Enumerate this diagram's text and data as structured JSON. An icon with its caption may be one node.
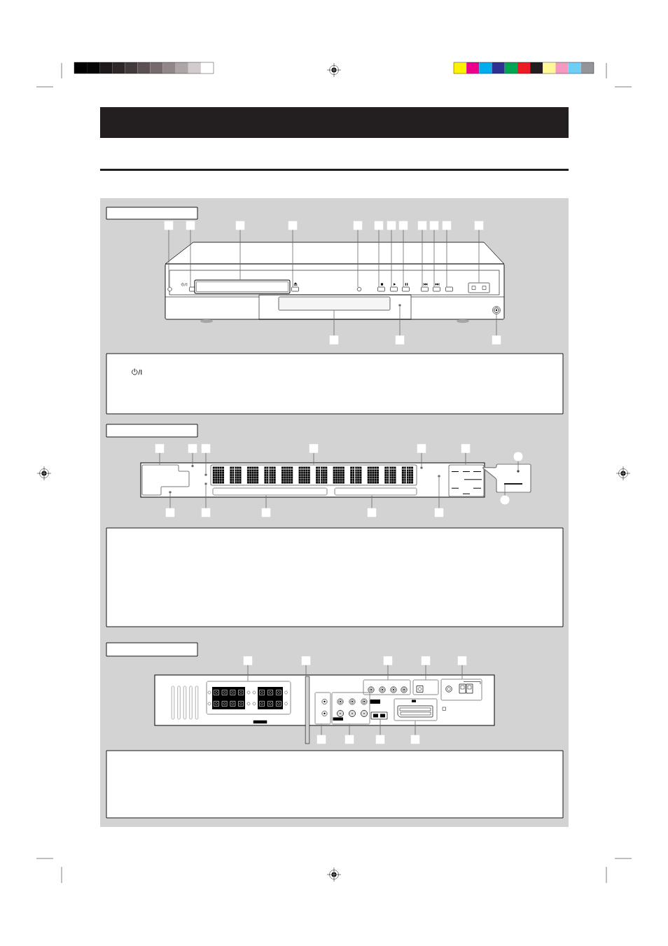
{
  "diagram": {
    "nodes": [
      {
        "text": [],
        "shape": "bar"
      },
      {
        "text": [],
        "shape": "box"
      },
      {
        "text": [],
        "shape": "box"
      },
      {
        "text": [],
        "shape": "box"
      },
      {
        "text": [],
        "shape": "box"
      },
      {
        "text": [],
        "shape": "box"
      },
      {
        "text": [],
        "shape": "box"
      },
      {
        "text": [],
        "shape": "box"
      },
      {
        "text": [],
        "shape": "box"
      },
      {
        "text": [],
        "shape": "box"
      },
      {
        "text": [],
        "shape": "box"
      },
      {
        "text": [],
        "shape": "box"
      },
      {
        "text": [],
        "shape": "box"
      },
      {
        "text": [],
        "shape": "box"
      },
      {
        "text": [],
        "shape": "picture"
      },
      {
        "text": [],
        "shape": "circle",
        "in": 14
      },
      {
        "text": [],
        "shape": "box",
        "in": 14
      },
      {
        "text": [],
        "shape": "box",
        "in": 14
      },
      {
        "text": [],
        "shape": "box",
        "in": 14
      },
      {
        "text": [],
        "shape": "circle",
        "in": 14
      },
      {
        "text": [],
        "shape": "box",
        "in": 14
      },
      {
        "text": [],
        "shape": "box",
        "in": 14
      },
      {
        "text": [],
        "shape": "box",
        "in": 14
      },
      {
        "text": [],
        "shape": "box",
        "in": 14
      },
      {
        "text": [],
        "shape": "box",
        "in": 14
      },
      {
        "text": [],
        "shape": "box",
        "in": 14
      },
      {
        "text": [],
        "shape": "box",
        "in": 14
      },
      {
        "text": [],
        "shape": "box",
        "in": 14
      },
      {
        "text": [],
        "shape": "circle",
        "in": 14
      },
      {
        "text": [],
        "shape": "circle",
        "in": 14
      },
      {
        "text": [],
        "shape": "box"
      },
      {
        "text": [],
        "shape": "box"
      },
      {
        "text": [],
        "shape": "box"
      },
      {
        "text": [
          "/I"
        ]
      },
      {
        "text": [],
        "shape": "box"
      },
      {
        "text": [],
        "shape": "box"
      },
      {
        "text": [],
        "shape": "box"
      },
      {
        "text": [],
        "shape": "box"
      },
      {
        "text": [],
        "shape": "box"
      },
      {
        "text": [],
        "shape": "box"
      },
      {
        "text": [],
        "shape": "box"
      },
      {
        "text": [],
        "shape": "circle"
      },
      {
        "text": [],
        "shape": "picture"
      },
      {
        "text": [],
        "shape": "box",
        "in": 42
      },
      {
        "text": [],
        "shape": "circle",
        "in": 42
      },
      {
        "text": [],
        "shape": "box",
        "in": 42
      },
      {
        "text": [],
        "shape": "circle",
        "in": 42
      },
      {
        "text": [],
        "shape": "box",
        "in": 42
      },
      {
        "text": [],
        "shape": "circle",
        "in": 42
      },
      {
        "text": [],
        "shape": "circle",
        "in": 42
      },
      {
        "text": [],
        "shape": "circle",
        "in": 42
      },
      {
        "text": [],
        "shape": "circle",
        "in": 42
      },
      {
        "text": [],
        "shape": "box",
        "in": 42
      },
      {
        "text": [],
        "shape": "box",
        "in": 42
      },
      {
        "text": [],
        "shape": "box"
      },
      {
        "text": [],
        "shape": "circle",
        "in": 54
      },
      {
        "text": [],
        "shape": "bar",
        "in": 54
      },
      {
        "text": [],
        "shape": "circle"
      },
      {
        "text": [],
        "shape": "box"
      },
      {
        "text": [],
        "shape": "box"
      },
      {
        "text": [],
        "shape": "box"
      },
      {
        "text": [],
        "shape": "box"
      },
      {
        "text": [],
        "shape": "box"
      },
      {
        "text": [],
        "shape": "box"
      },
      {
        "text": [],
        "shape": "box"
      },
      {
        "text": [],
        "shape": "box"
      },
      {
        "text": [],
        "shape": "box"
      },
      {
        "text": [],
        "shape": "box"
      },
      {
        "text": [],
        "shape": "box"
      },
      {
        "text": [],
        "shape": "box"
      },
      {
        "text": [],
        "shape": "picture"
      },
      {
        "text": [],
        "shape": "box",
        "in": 70
      },
      {
        "text": [],
        "shape": "bar"
      },
      {
        "text": [],
        "shape": "box",
        "in": 70
      },
      {
        "text": [],
        "shape": "box",
        "in": 70
      },
      {
        "text": [],
        "shape": "box",
        "in": 70
      },
      {
        "text": [],
        "shape": "box",
        "in": 70
      },
      {
        "text": [],
        "shape": "box",
        "in": 70
      },
      {
        "text": [],
        "shape": "box",
        "in": 70
      },
      {
        "text": [],
        "shape": "box",
        "in": 70
      },
      {
        "text": [],
        "shape": "box"
      },
      {
        "text": [],
        "shape": "box"
      },
      {
        "text": [],
        "shape": "box"
      },
      {
        "text": [],
        "shape": "box"
      },
      {
        "text": [],
        "shape": "box"
      }
    ],
    "edges": [
      {
        "from": 2,
        "to": 15,
        "arrow": "none"
      },
      {
        "from": 3,
        "to": 16,
        "arrow": "none"
      },
      {
        "from": 4,
        "to": 17,
        "arrow": "none"
      },
      {
        "from": 5,
        "to": 18,
        "arrow": "none"
      },
      {
        "from": 6,
        "to": 19,
        "arrow": "none"
      },
      {
        "from": 7,
        "to": 20,
        "arrow": "none"
      },
      {
        "from": 8,
        "to": 21,
        "arrow": "none"
      },
      {
        "from": 9,
        "to": 22,
        "arrow": "none"
      },
      {
        "from": 10,
        "to": 23,
        "arrow": "none"
      },
      {
        "from": 11,
        "to": 24,
        "arrow": "none"
      },
      {
        "from": 12,
        "to": 25,
        "arrow": "none"
      },
      {
        "from": 13,
        "to": 26,
        "arrow": "none"
      },
      {
        "from": 30,
        "to": 27,
        "arrow": "none"
      },
      {
        "from": 31,
        "to": 28,
        "arrow": "none"
      },
      {
        "from": 32,
        "to": 29,
        "arrow": "none"
      },
      {
        "from": 35,
        "to": 43,
        "arrow": "none"
      },
      {
        "from": 36,
        "to": 44,
        "arrow": "none"
      },
      {
        "from": 37,
        "to": 48,
        "arrow": "none"
      },
      {
        "from": 38,
        "to": 45,
        "arrow": "none"
      },
      {
        "from": 39,
        "to": 46,
        "arrow": "none"
      },
      {
        "from": 40,
        "to": 47,
        "arrow": "none"
      },
      {
        "from": 41,
        "to": 55,
        "arrow": "none"
      },
      {
        "from": 57,
        "to": 56,
        "arrow": "none"
      },
      {
        "from": 58,
        "to": 51,
        "arrow": "none"
      },
      {
        "from": 59,
        "to": 50,
        "arrow": "none"
      },
      {
        "from": 60,
        "to": 52,
        "arrow": "none"
      },
      {
        "from": 61,
        "to": 53,
        "arrow": "none"
      },
      {
        "from": 62,
        "to": 49,
        "arrow": "none"
      },
      {
        "from": 65,
        "to": 71,
        "arrow": "none"
      },
      {
        "from": 66,
        "to": 72,
        "arrow": "none"
      },
      {
        "from": 67,
        "to": 73,
        "arrow": "none"
      },
      {
        "from": 68,
        "to": 74,
        "arrow": "none"
      },
      {
        "from": 69,
        "to": 75,
        "arrow": "none"
      },
      {
        "from": 80,
        "to": 76,
        "arrow": "none"
      },
      {
        "from": 81,
        "to": 77,
        "arrow": "none"
      },
      {
        "from": 82,
        "to": 78,
        "arrow": "none"
      },
      {
        "from": 83,
        "to": 79,
        "arrow": "none"
      }
    ]
  }
}
